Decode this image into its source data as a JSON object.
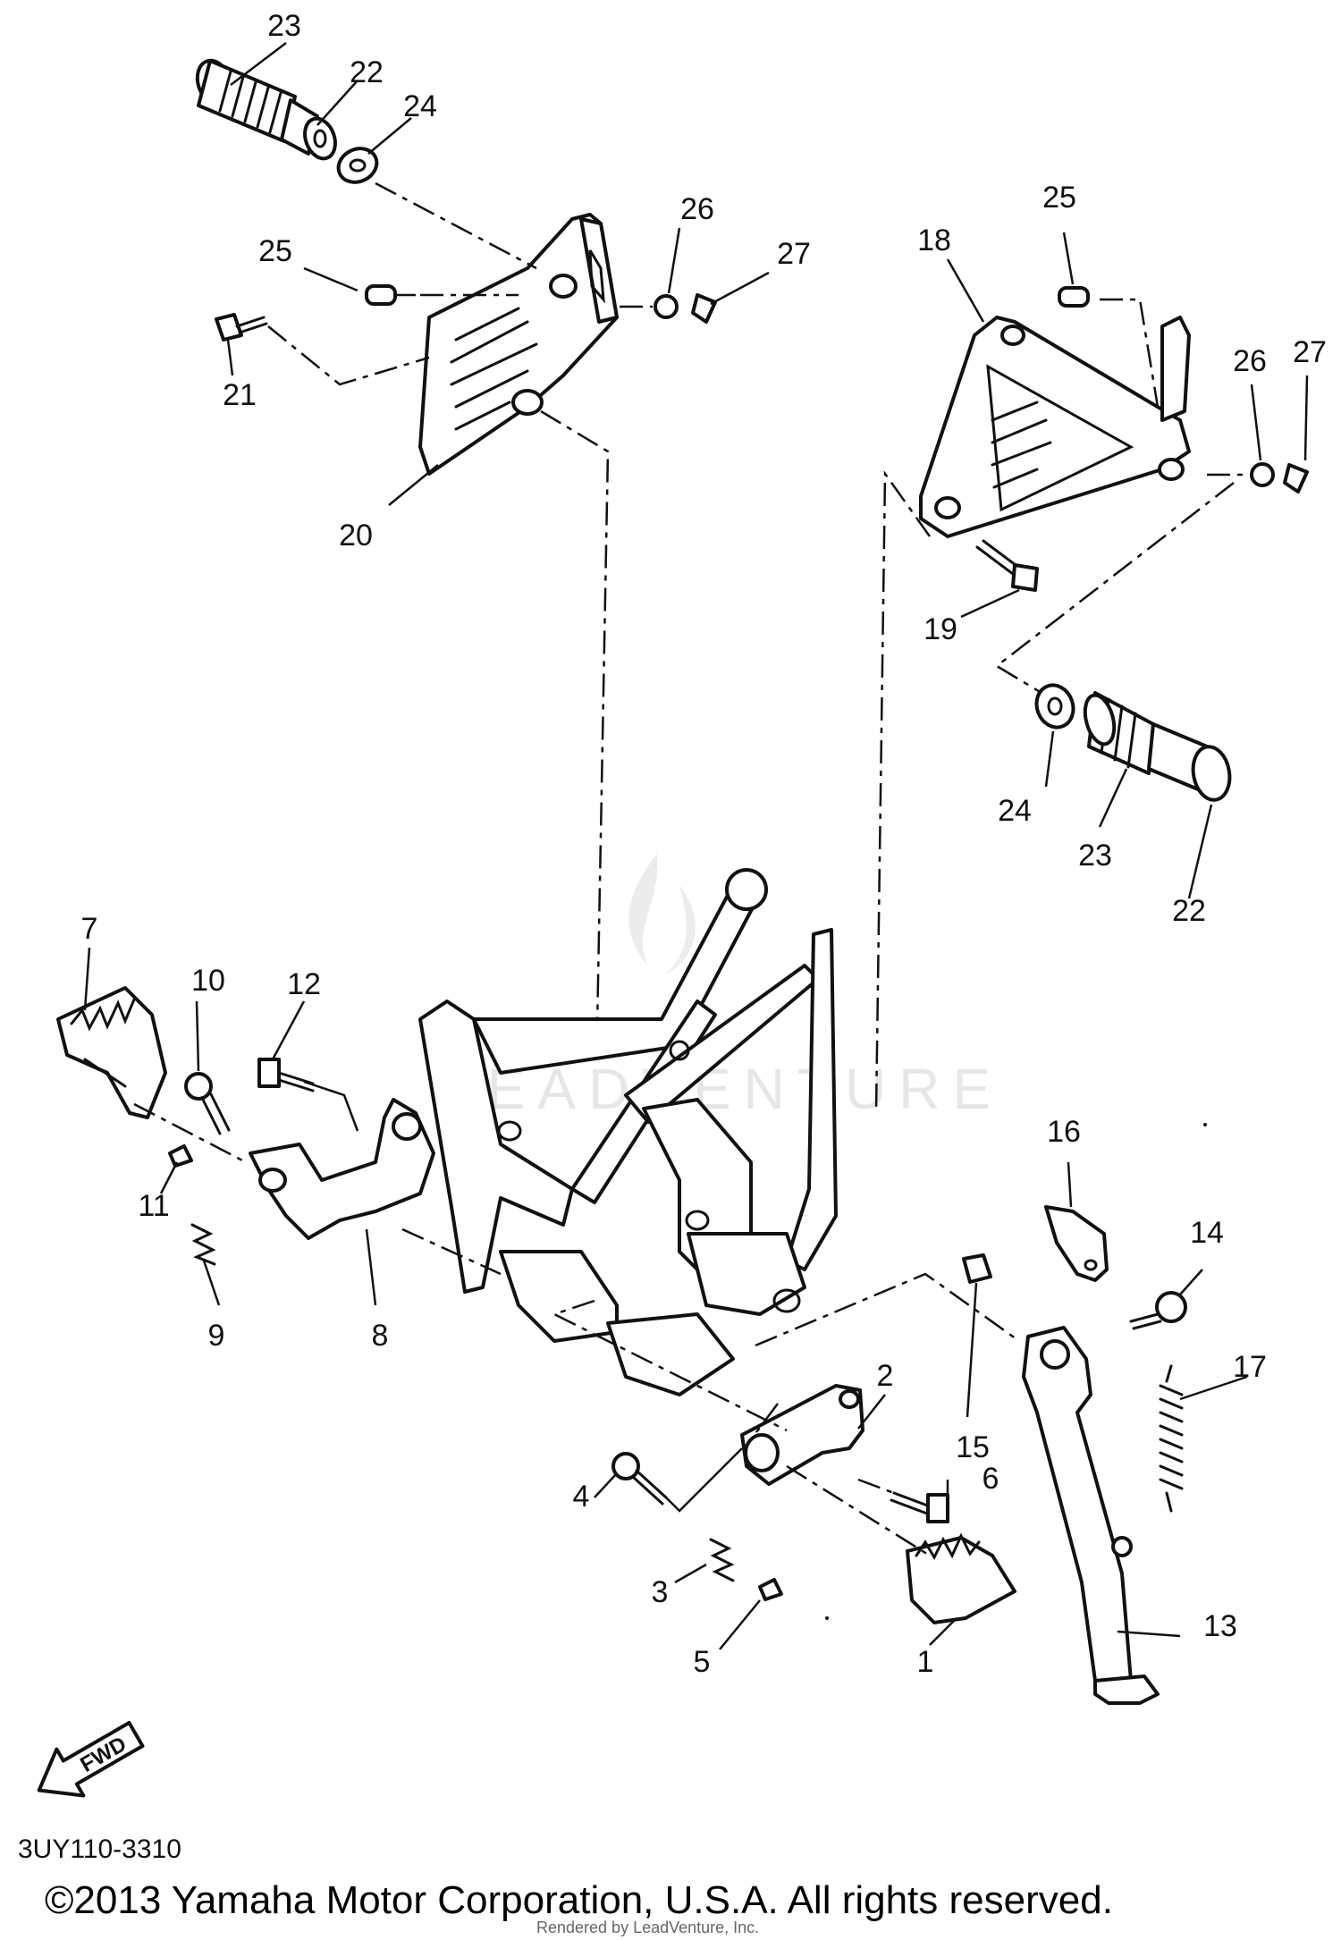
{
  "callouts": {
    "c1": "1",
    "c2": "2",
    "c3": "3",
    "c4": "4",
    "c5": "5",
    "c6": "6",
    "c7": "7",
    "c8": "8",
    "c9": "9",
    "c10": "10",
    "c11": "11",
    "c12": "12",
    "c13": "13",
    "c14": "14",
    "c15": "15",
    "c16": "16",
    "c17": "17",
    "c18": "18",
    "c19": "19",
    "c20": "20",
    "c21": "21",
    "c22a": "22",
    "c23a": "23",
    "c24a": "24",
    "c25a": "25",
    "c26a": "26",
    "c27a": "27",
    "c22b": "22",
    "c23b": "23",
    "c24b": "24",
    "c25b": "25",
    "c26b": "26",
    "c27b": "27"
  },
  "fwd_label": "FWD",
  "diagram_code": "3UY110-3310",
  "copyright": "©2013 Yamaha Motor Corporation, U.S.A. All rights reserved.",
  "watermark": "LEADVENTURE",
  "rendered_by": "Rendered by LeadVenture, Inc."
}
